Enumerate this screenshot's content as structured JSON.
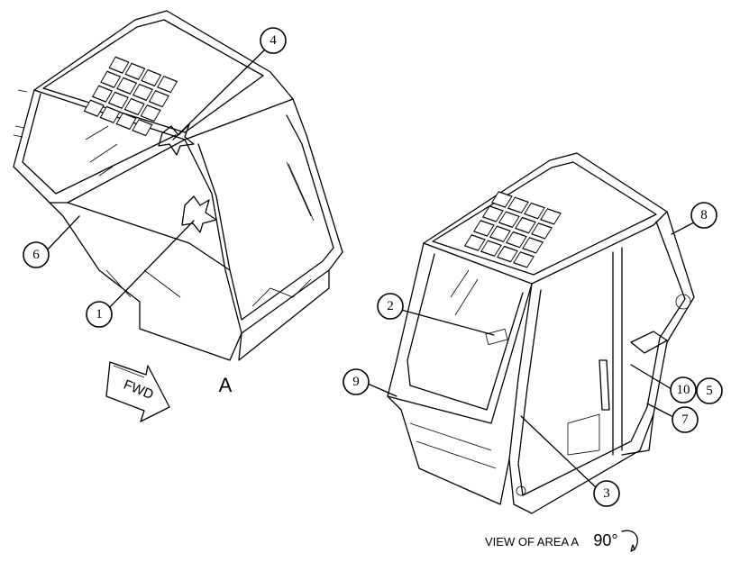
{
  "diagram": {
    "callouts": [
      {
        "id": "callout-1",
        "text": "1"
      },
      {
        "id": "callout-2",
        "text": "2"
      },
      {
        "id": "callout-3",
        "text": "3"
      },
      {
        "id": "callout-4",
        "text": "4"
      },
      {
        "id": "callout-5",
        "text": "5"
      },
      {
        "id": "callout-6",
        "text": "6"
      },
      {
        "id": "callout-7",
        "text": "7"
      },
      {
        "id": "callout-8",
        "text": "8"
      },
      {
        "id": "callout-9",
        "text": "9"
      },
      {
        "id": "callout-10",
        "text": "10"
      }
    ],
    "area_label": "A",
    "fwd_label": "FWD",
    "view_label": "VIEW OF AREA A",
    "rotation_label": "90°"
  }
}
